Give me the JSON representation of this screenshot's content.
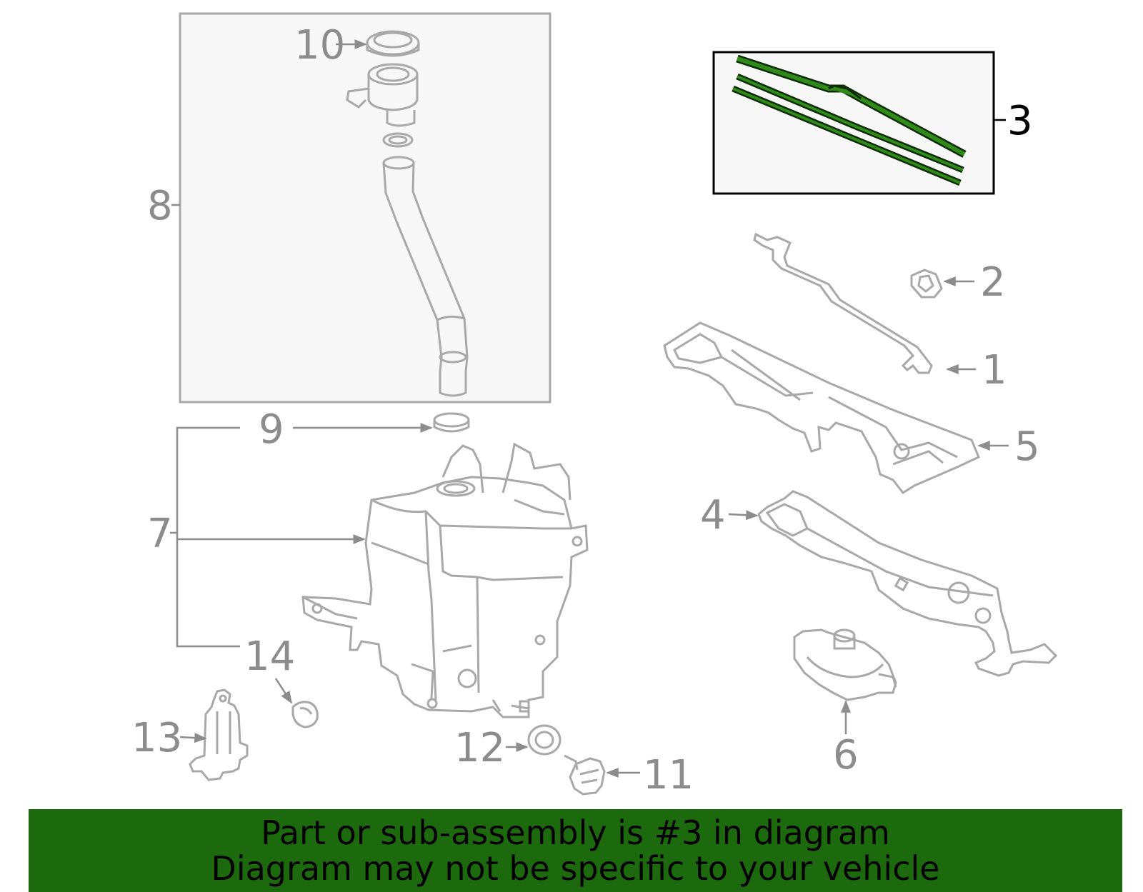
{
  "colors": {
    "part_line": "#a8a8a8",
    "label": "#8c8c8c",
    "highlight": "#1e6a0e",
    "highlight_label": "#000000",
    "box_fill": "#f7f7f7",
    "banner_bg": "#1c6a0d"
  },
  "callouts": {
    "c1": "1",
    "c2": "2",
    "c3": "3",
    "c4": "4",
    "c5": "5",
    "c6": "6",
    "c7": "7",
    "c8": "8",
    "c9": "9",
    "c10": "10",
    "c11": "11",
    "c12": "12",
    "c13": "13",
    "c14": "14"
  },
  "highlighted_part": "3",
  "banner": {
    "line1": "Part or sub-assembly is #3 in diagram",
    "line2": "Diagram may not be specific to your vehicle"
  }
}
